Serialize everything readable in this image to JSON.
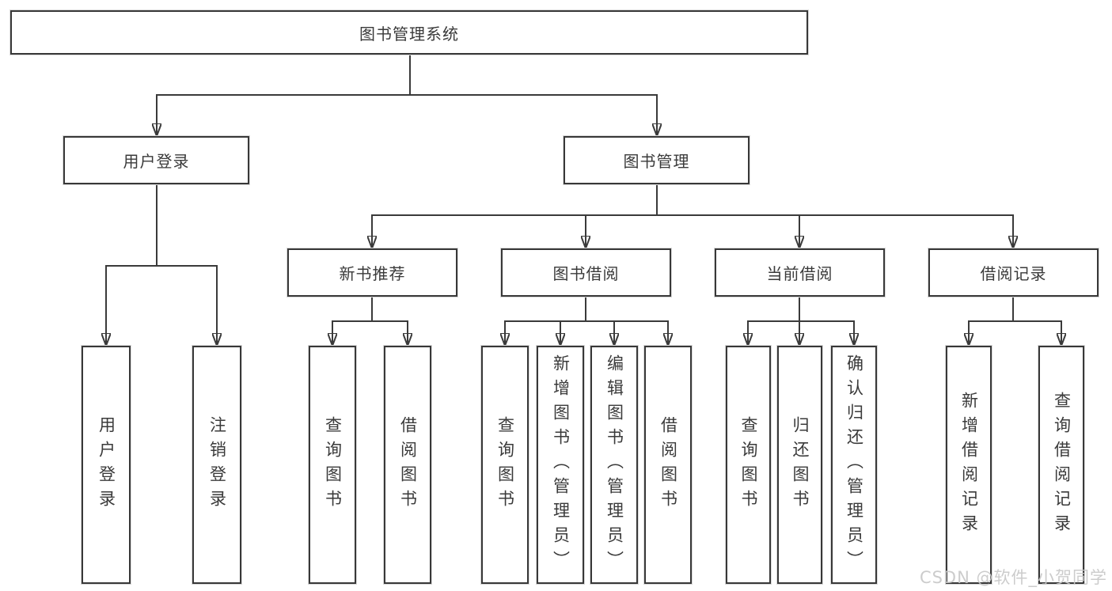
{
  "root": {
    "label": "图书管理系统"
  },
  "branches": [
    {
      "label": "用户登录",
      "children": [
        {
          "label": "用户登录"
        },
        {
          "label": "注销登录"
        }
      ]
    },
    {
      "label": "图书管理",
      "children": [
        {
          "label": "新书推荐",
          "children": [
            {
              "label": "查询图书"
            },
            {
              "label": "借阅图书"
            }
          ]
        },
        {
          "label": "图书借阅",
          "children": [
            {
              "label": "查询图书"
            },
            {
              "label": "新增图书（管理员）"
            },
            {
              "label": "编辑图书（管理员）"
            },
            {
              "label": "借阅图书"
            }
          ]
        },
        {
          "label": "当前借阅",
          "children": [
            {
              "label": "查询图书"
            },
            {
              "label": "归还图书"
            },
            {
              "label": "确认归还（管理员）"
            }
          ]
        },
        {
          "label": "借阅记录",
          "children": [
            {
              "label": "新增借阅记录"
            },
            {
              "label": "查询借阅记录"
            }
          ]
        }
      ]
    }
  ],
  "watermark": {
    "text": "CSDN @软件_小贺同学"
  },
  "colors": {
    "line": "#3a3a3a",
    "box_border": "#383838",
    "box_fill": "#ffffff",
    "text": "#3a3a3a",
    "watermark": "#c8c8c8",
    "background": "#ffffff"
  }
}
